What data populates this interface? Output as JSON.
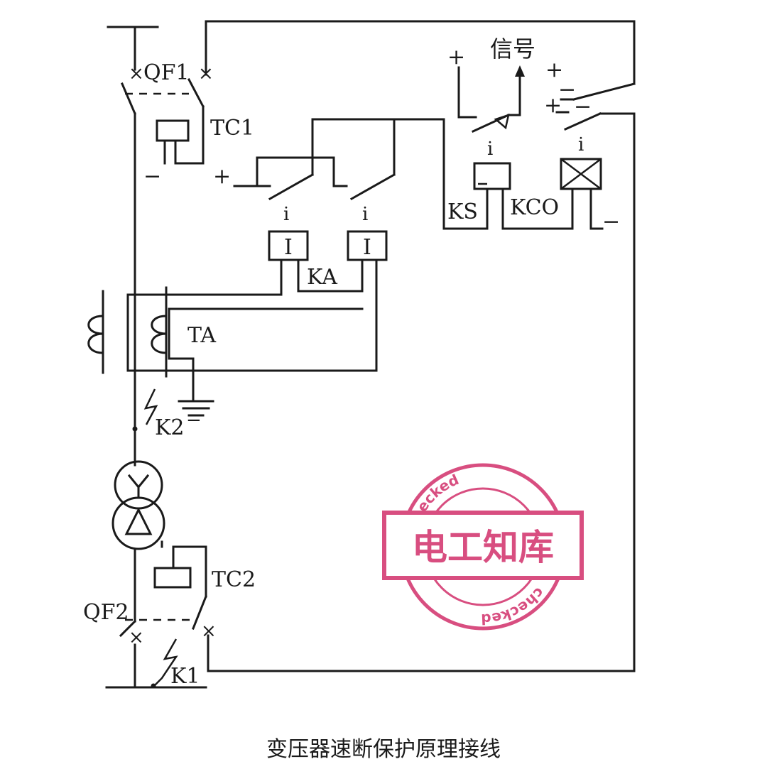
{
  "labels": {
    "qf1": "QF1",
    "tc1": "TC1",
    "signal": "信号",
    "plus": "+",
    "minus": "−",
    "i": "i",
    "relay_I": "I",
    "ka": "KA",
    "ks": "KS",
    "kco": "KCO",
    "ta": "TA",
    "k2": "K2",
    "tc2": "TC2",
    "qf2": "QF2",
    "k1": "K1"
  },
  "stamp": {
    "text": "电工知库",
    "ring_text": "checked"
  },
  "caption": "变压器速断保护原理接线"
}
